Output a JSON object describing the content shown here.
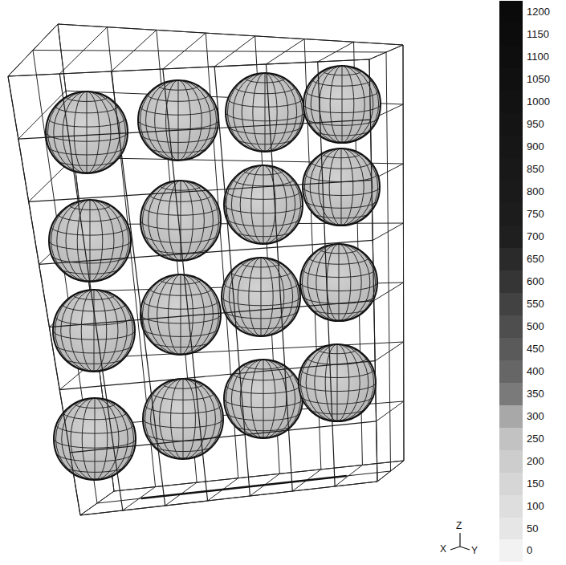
{
  "diagram": {
    "labels": [
      "Z",
      "X",
      "Y"
    ],
    "legend": [
      {
        "text": "1200",
        "color": "#0a0a0a"
      },
      {
        "text": "1150",
        "color": "#0c0c0c"
      },
      {
        "text": "1100",
        "color": "#0e0e0e"
      },
      {
        "text": "1050",
        "color": "#101010"
      },
      {
        "text": "1000",
        "color": "#121212"
      },
      {
        "text": "950",
        "color": "#141414"
      },
      {
        "text": "900",
        "color": "#161616"
      },
      {
        "text": "850",
        "color": "#181818"
      },
      {
        "text": "800",
        "color": "#1a1a1a"
      },
      {
        "text": "750",
        "color": "#1c1c1c"
      },
      {
        "text": "700",
        "color": "#1f1f1f"
      },
      {
        "text": "650",
        "color": "#2a2a2a"
      },
      {
        "text": "600",
        "color": "#353535"
      },
      {
        "text": "550",
        "color": "#424242"
      },
      {
        "text": "500",
        "color": "#4e4e4e"
      },
      {
        "text": "450",
        "color": "#5a5a5a"
      },
      {
        "text": "400",
        "color": "#666666"
      },
      {
        "text": "350",
        "color": "#7a7a7a"
      },
      {
        "text": "300",
        "color": "#a8a8a8"
      },
      {
        "text": "250",
        "color": "#c2c2c2"
      },
      {
        "text": "200",
        "color": "#cdcdcd"
      },
      {
        "text": "150",
        "color": "#d6d6d6"
      },
      {
        "text": "100",
        "color": "#dedede"
      },
      {
        "text": "50",
        "color": "#e6e6e6"
      },
      {
        "text": "0",
        "color": "#f2f2f2"
      }
    ]
  }
}
